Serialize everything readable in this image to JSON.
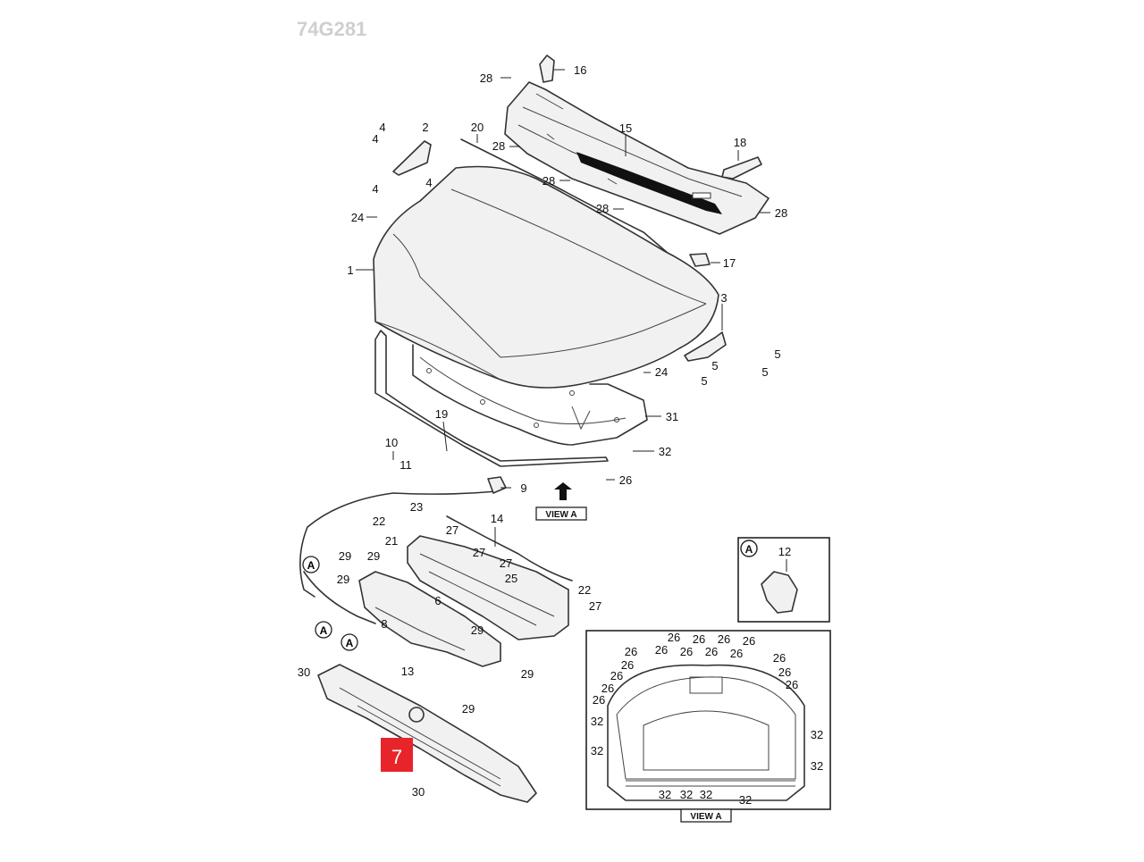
{
  "header": {
    "code": "74G281"
  },
  "figure": {
    "badge": "7",
    "badge_color": "#e8242b"
  },
  "view_labels": {
    "view_a_main": "VIEW A",
    "view_a_inset": "VIEW A",
    "detail_marker": "A"
  },
  "callouts": {
    "c1": "1",
    "c2": "2",
    "c3": "3",
    "c4a": "4",
    "c4b": "4",
    "c4c": "4",
    "c4d": "4",
    "c5a": "5",
    "c5b": "5",
    "c5c": "5",
    "c5d": "5",
    "c6": "6",
    "c8": "8",
    "c9": "9",
    "c10": "10",
    "c11": "11",
    "c12": "12",
    "c13": "13",
    "c14": "14",
    "c15": "15",
    "c16": "16",
    "c17": "17",
    "c18": "18",
    "c19": "19",
    "c20": "20",
    "c21": "21",
    "c22a": "22",
    "c22b": "22",
    "c23": "23",
    "c24a": "24",
    "c24b": "24",
    "c25": "25",
    "c26a": "26",
    "c26b": "26",
    "c26c": "26",
    "c26d": "26",
    "c26e": "26",
    "c26f": "26",
    "c26g": "26",
    "c26h": "26",
    "c26i": "26",
    "c26j": "26",
    "c26k": "26",
    "c26l": "26",
    "c26m": "26",
    "c26n": "26",
    "c26o": "26",
    "c26p": "26",
    "c26q": "26",
    "c27a": "27",
    "c27b": "27",
    "c27c": "27",
    "c27d": "27",
    "c28a": "28",
    "c28b": "28",
    "c28c": "28",
    "c28d": "28",
    "c28e": "28",
    "c29a": "29",
    "c29b": "29",
    "c29c": "29",
    "c29d": "29",
    "c29e": "29",
    "c29f": "29",
    "c30a": "30",
    "c30b": "30",
    "c31": "31",
    "c32a": "32",
    "c32b": "32",
    "c32c": "32",
    "c32d": "32",
    "c32e": "32",
    "c32f": "32",
    "c32g": "32",
    "c32h": "32",
    "c32i": "32",
    "cAa": "A",
    "cAb": "A",
    "cAc": "A"
  }
}
